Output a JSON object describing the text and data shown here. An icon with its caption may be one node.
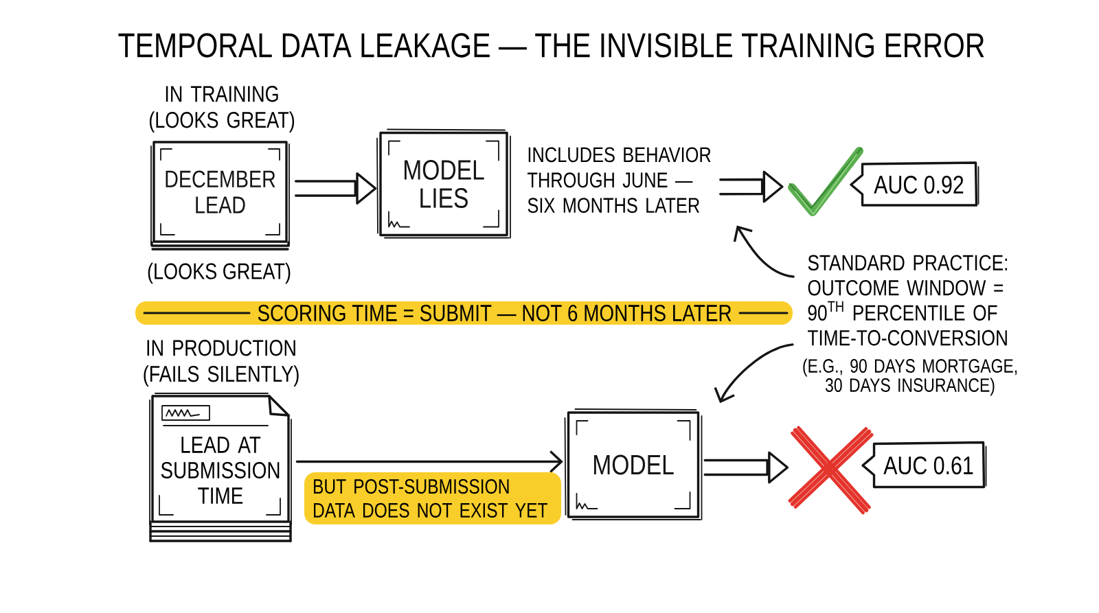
{
  "diagram": {
    "title": "TEMPORAL DATA LEAKAGE — THE INVISIBLE TRAINING ERROR",
    "nodes": [
      {
        "text": [
          "IN TRAINING (LOOKS GREAT)",
          "DECEMBER LEAD"
        ],
        "beside": [
          "(LOOKS GREAT)"
        ]
      },
      {
        "text": [
          "MODEL LIES"
        ]
      },
      {
        "text": [
          "INCLUDES BEHAVIOR THROUGH JUNE — SIX MONTHS LATER"
        ]
      },
      {
        "text": [],
        "shape": "checkmark"
      },
      {
        "text": [
          "AUC 0.92"
        ]
      },
      {
        "text": [
          "STANDARD PRACTICE: OUTCOME WINDOW = 90$^{TH}$ PERCENTILE OF TIME-TO-CONVERSION",
          "(E.G., 90 DAYS MORTGAGE, 30 DAYS INSURANCE)"
        ]
      },
      {
        "text": [
          "SCORING TIME = SUBMIT — NOT 6 MONTHS LATER"
        ]
      },
      {
        "text": [
          "IN PRODUCTION (FAILS SILENTLY)",
          "LEAD AT SUBMISSION TIME"
        ]
      },
      {
        "text": [
          "MODEL"
        ]
      },
      {
        "text": [],
        "shape": "cross"
      },
      {
        "text": [
          "AUC 0.61"
        ]
      }
    ],
    "edges": [
      {
        "from": 0,
        "to": 1,
        "arrow": "to"
      },
      {
        "from": 2,
        "to": 3,
        "arrow": "to"
      },
      {
        "from": 5,
        "to": 2,
        "arrow": "to"
      },
      {
        "from": 5,
        "to": 8,
        "arrow": "to"
      },
      {
        "from": 7,
        "to": 8,
        "arrow": "to",
        "label": "BUT POST-SUBMISSION DATA DOES NOT EXIST YET"
      },
      {
        "from": 8,
        "to": 9,
        "arrow": "to"
      }
    ]
  }
}
